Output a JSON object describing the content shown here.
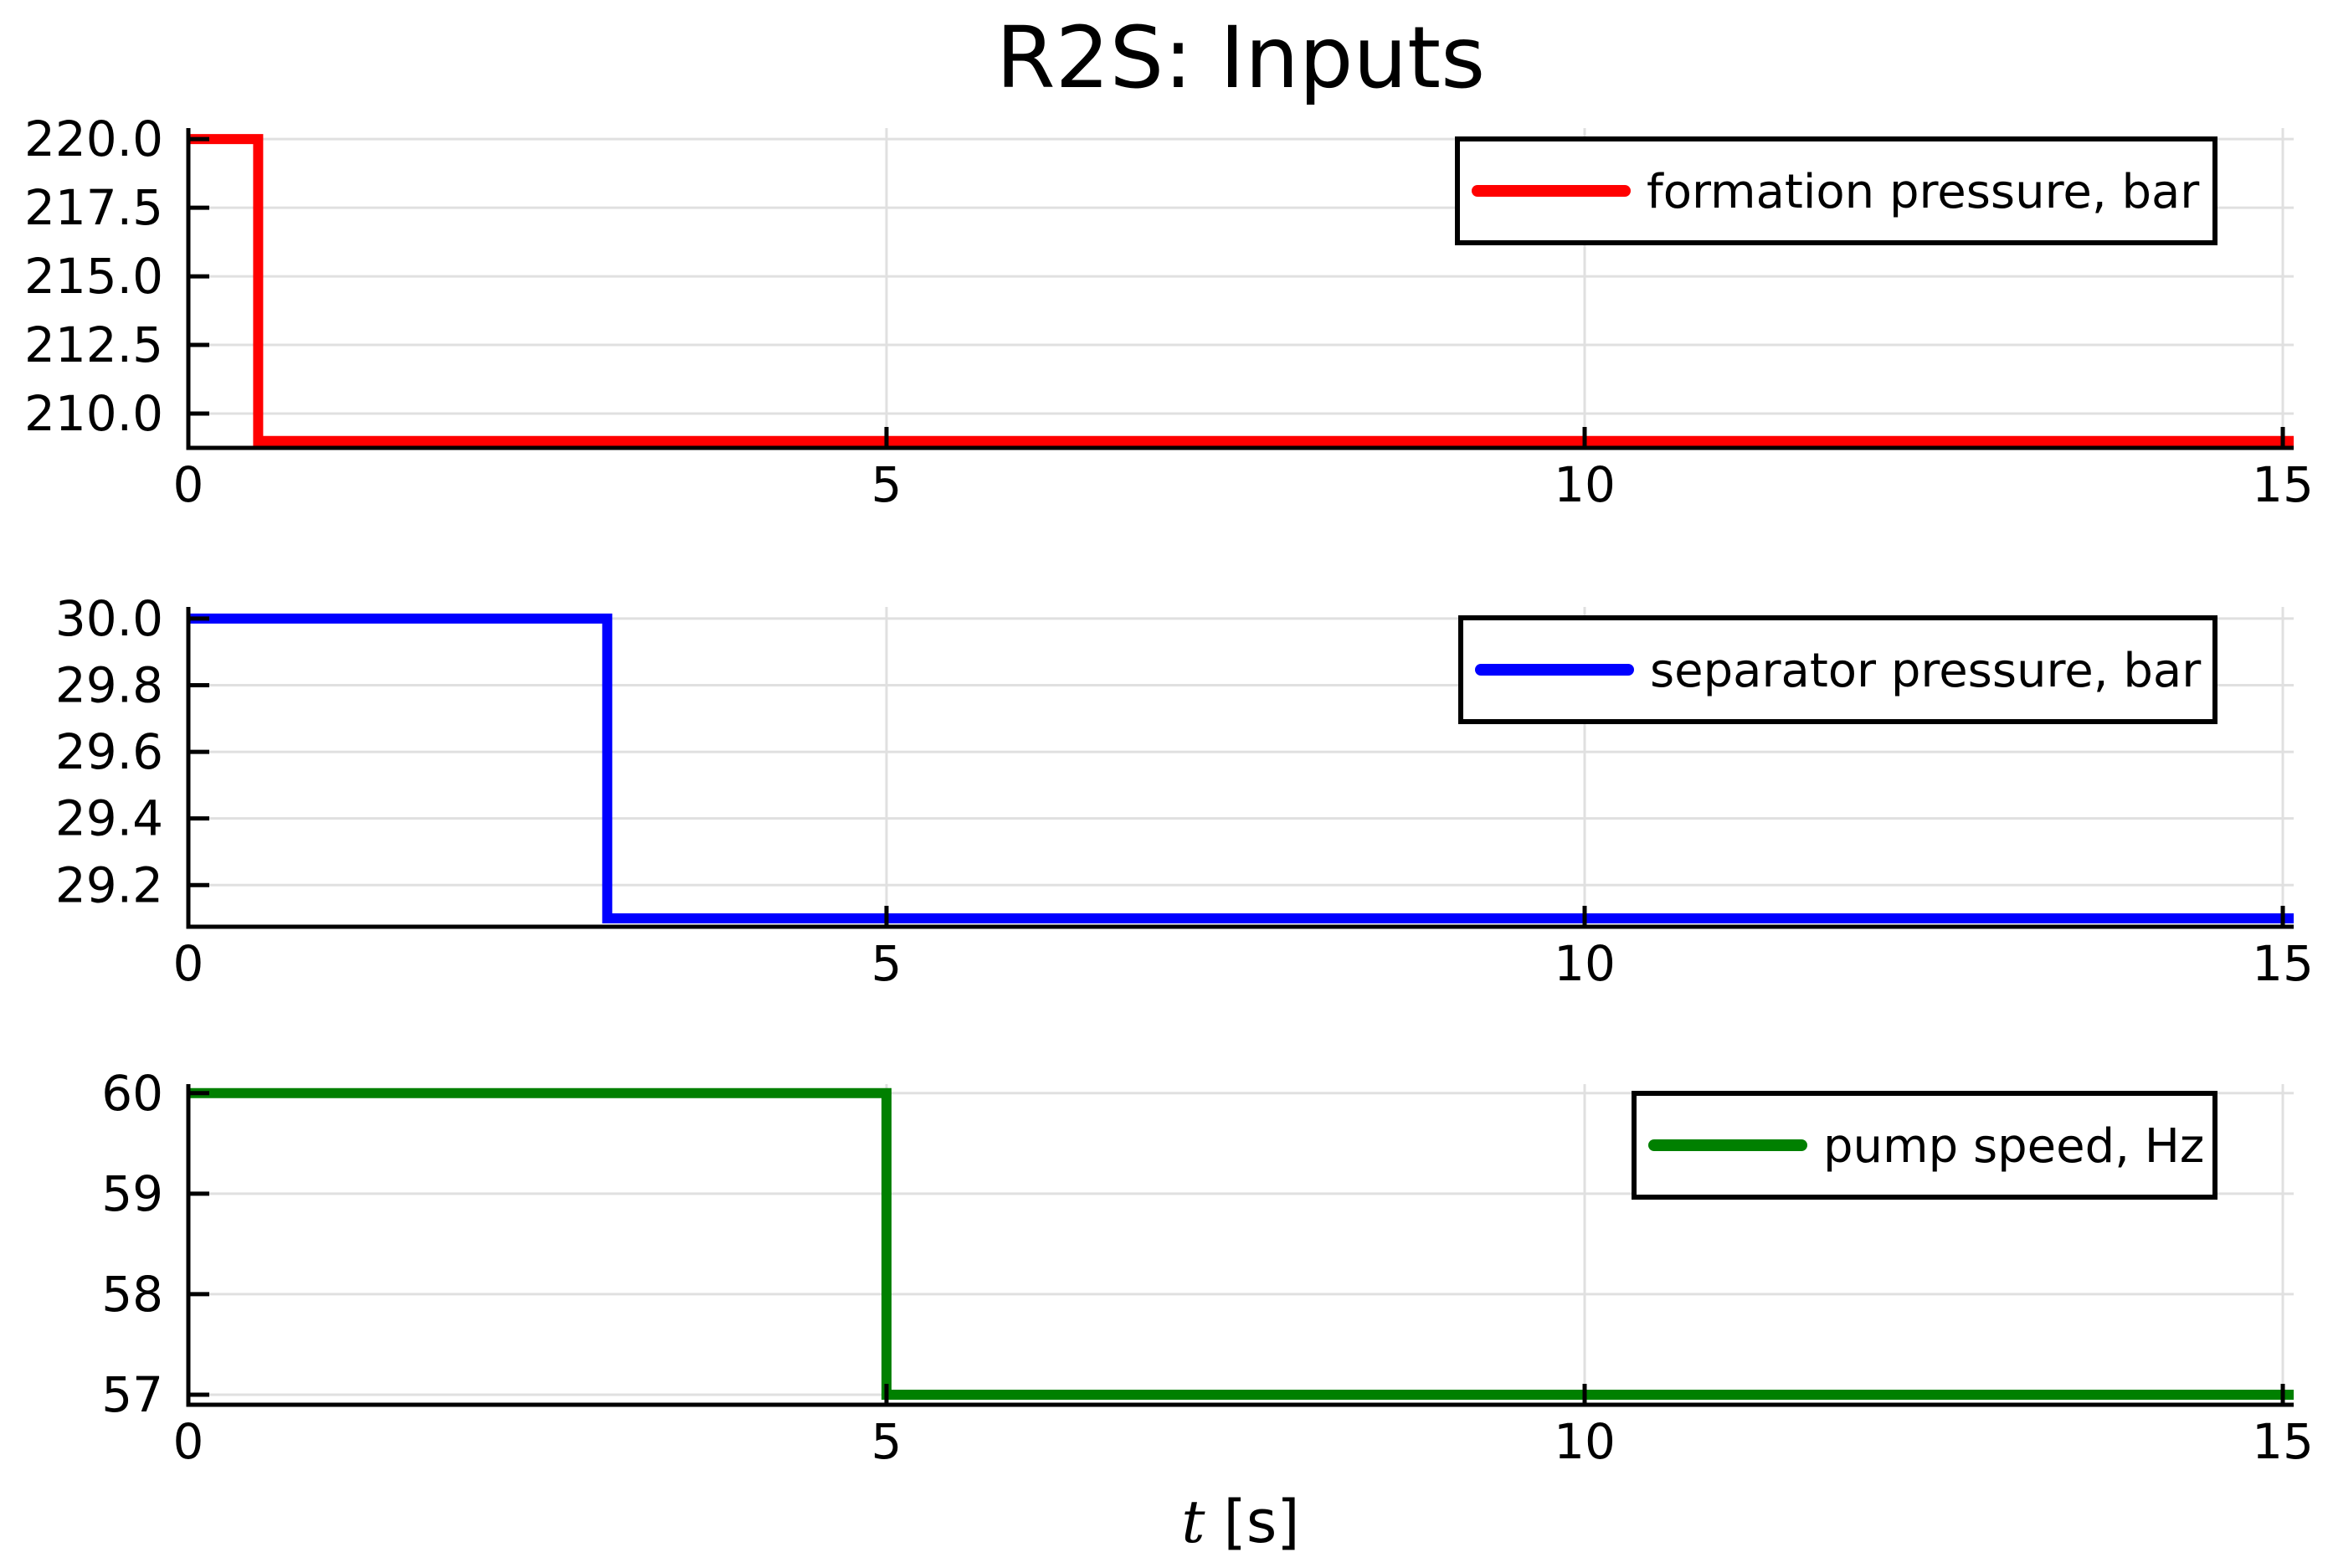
{
  "figure": {
    "title": "R2S: Inputs",
    "xlabel_math": "t",
    "xlabel_unit": "[s]",
    "background": "#ffffff",
    "text_color": "#000000",
    "grid_color": "#e0e0e0",
    "spine_color": "#000000"
  },
  "chart_data": [
    {
      "type": "line",
      "step": true,
      "name": "formation pressure, bar",
      "color": "#ff0000",
      "points": [
        [
          0,
          220
        ],
        [
          0.5,
          220
        ],
        [
          0.5,
          209
        ],
        [
          15,
          209
        ]
      ],
      "initial_value": 220,
      "final_value": 209,
      "step_time": 0.5,
      "xlim": [
        0,
        15
      ],
      "ylim": [
        208.75,
        220.4
      ],
      "grid": true,
      "xticks": {
        "values": [
          0,
          5,
          10,
          15
        ],
        "labels": [
          "0",
          "5",
          "10",
          "15"
        ]
      },
      "yticks": {
        "values": [
          210.0,
          212.5,
          215.0,
          217.5,
          220.0
        ],
        "labels": [
          "210.0",
          "212.5",
          "215.0",
          "217.5",
          "220.0"
        ]
      },
      "legend": {
        "position": "upper right"
      }
    },
    {
      "type": "line",
      "step": true,
      "name": "separator pressure, bar",
      "color": "#0000ff",
      "points": [
        [
          0,
          30
        ],
        [
          3,
          30
        ],
        [
          3,
          29.1
        ],
        [
          15,
          29.1
        ]
      ],
      "initial_value": 30,
      "final_value": 29.1,
      "step_time": 3,
      "xlim": [
        0,
        15
      ],
      "ylim": [
        29.075,
        30.035
      ],
      "grid": true,
      "xticks": {
        "values": [
          0,
          5,
          10,
          15
        ],
        "labels": [
          "0",
          "5",
          "10",
          "15"
        ]
      },
      "yticks": {
        "values": [
          29.2,
          29.4,
          29.6,
          29.8,
          30.0
        ],
        "labels": [
          "29.2",
          "29.4",
          "29.6",
          "29.8",
          "30.0"
        ]
      },
      "legend": {
        "position": "upper right"
      }
    },
    {
      "type": "line",
      "step": true,
      "name": "pump speed, Hz",
      "color": "#008000",
      "points": [
        [
          0,
          60
        ],
        [
          5,
          60
        ],
        [
          5,
          57
        ],
        [
          15,
          57
        ]
      ],
      "initial_value": 60,
      "final_value": 57,
      "step_time": 5,
      "xlim": [
        0,
        15
      ],
      "ylim": [
        56.9,
        60.09
      ],
      "grid": true,
      "xticks": {
        "values": [
          0,
          5,
          10,
          15
        ],
        "labels": [
          "0",
          "5",
          "10",
          "15"
        ]
      },
      "yticks": {
        "values": [
          57,
          58,
          59,
          60
        ],
        "labels": [
          "57",
          "58",
          "59",
          "60"
        ]
      },
      "legend": {
        "position": "upper right"
      }
    }
  ]
}
